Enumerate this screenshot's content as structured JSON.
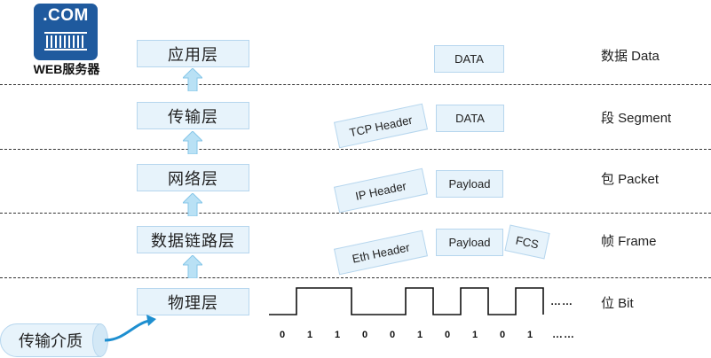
{
  "logo": {
    "badge": ".COM",
    "caption": "WEB服务器"
  },
  "layers": [
    {
      "name": "应用层",
      "unit": "数据 Data"
    },
    {
      "name": "传输层",
      "unit": "段 Segment"
    },
    {
      "name": "网络层",
      "unit": "包 Packet"
    },
    {
      "name": "数据链路层",
      "unit": "帧 Frame"
    },
    {
      "name": "物理层",
      "unit": "位 Bit"
    }
  ],
  "units": {
    "application": {
      "data": "DATA"
    },
    "transport": {
      "header": "TCP Header",
      "data": "DATA"
    },
    "network": {
      "header": "IP Header",
      "payload": "Payload"
    },
    "datalink": {
      "header": "Eth Header",
      "payload": "Payload",
      "trailer": "FCS"
    }
  },
  "medium": "传输介质",
  "bits": [
    "0",
    "1",
    "1",
    "0",
    "0",
    "1",
    "0",
    "1",
    "0",
    "1"
  ],
  "ellipsis_signal": "……",
  "ellipsis_bits": "……",
  "colors": {
    "box_fill": "#e7f3fb",
    "box_border": "#b6d6ee",
    "arrow": "#9fd4ef",
    "logo": "#1f5a9e"
  }
}
